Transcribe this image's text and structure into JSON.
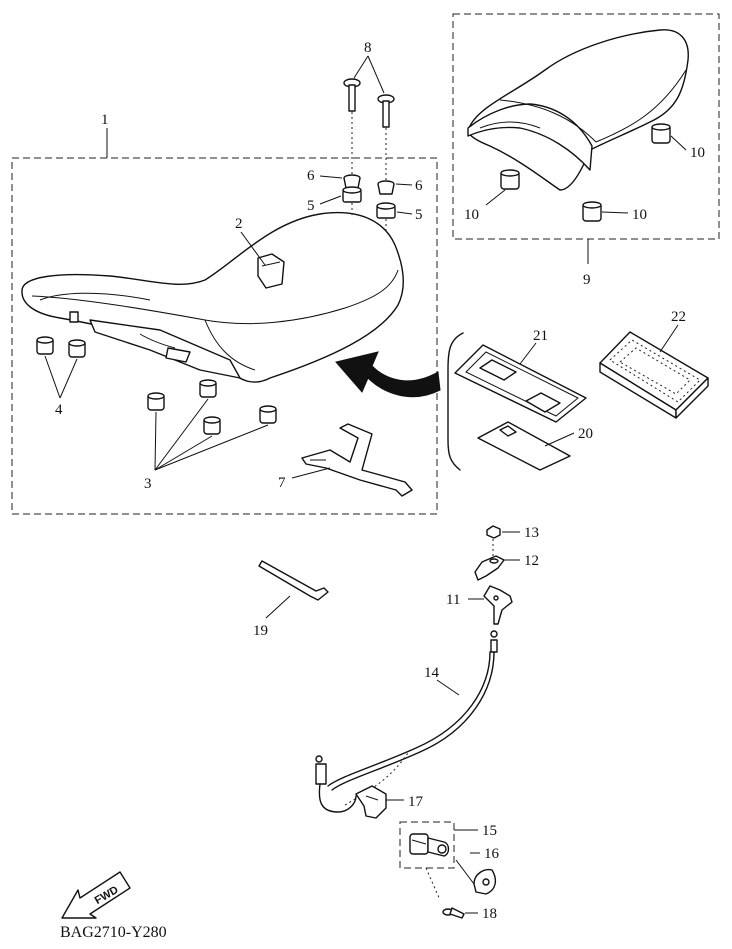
{
  "drawing_code": "BAG2710-Y280",
  "fwd_label": "FWD",
  "callouts": {
    "c1": "1",
    "c2": "2",
    "c3": "3",
    "c4": "4",
    "c5a": "5",
    "c5b": "5",
    "c6a": "6",
    "c6b": "6",
    "c7": "7",
    "c8": "8",
    "c9": "9",
    "c10a": "10",
    "c10b": "10",
    "c10c": "10",
    "c11": "11",
    "c12": "12",
    "c13": "13",
    "c14": "14",
    "c15": "15",
    "c16": "16",
    "c17": "17",
    "c18": "18",
    "c19": "19",
    "c20": "20",
    "c21": "21",
    "c22": "22"
  }
}
